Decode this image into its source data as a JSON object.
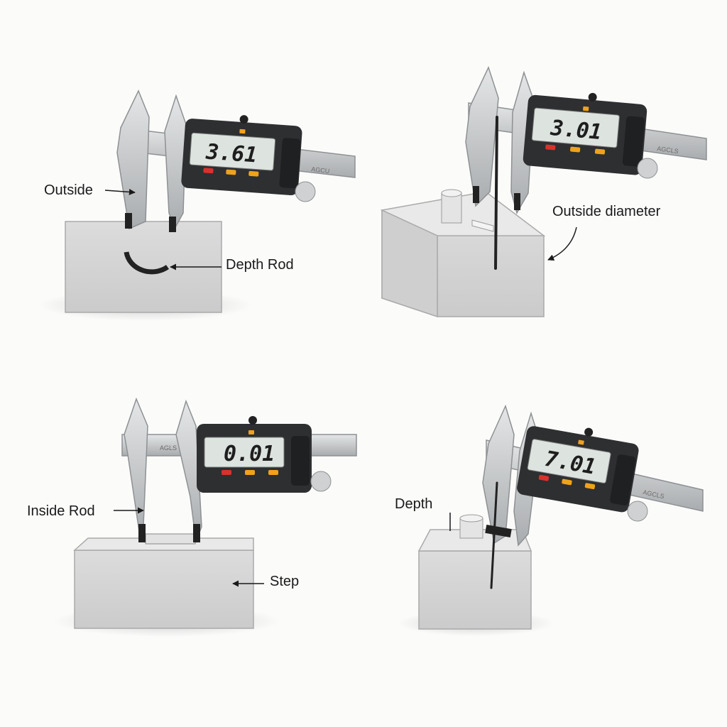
{
  "panels": [
    {
      "id": "top-left",
      "reading": "3.61",
      "scale_text": "AGCU",
      "labels": [
        {
          "key": "outside",
          "text": "Outside"
        },
        {
          "key": "depth_rod",
          "text": "Depth Rod"
        }
      ]
    },
    {
      "id": "top-right",
      "reading": "3.01",
      "scale_text": "AGCLS",
      "labels": [
        {
          "key": "outside_diameter",
          "text": "Outside diameter"
        }
      ]
    },
    {
      "id": "bottom-left",
      "reading": "0.01",
      "scale_text": "AGLS",
      "labels": [
        {
          "key": "inside_rod",
          "text": "Inside Rod"
        },
        {
          "key": "step",
          "text": "Step"
        }
      ]
    },
    {
      "id": "bottom-right",
      "reading": "7.01",
      "scale_text": "AGCLS",
      "labels": [
        {
          "key": "depth",
          "text": "Depth"
        }
      ]
    }
  ],
  "colors": {
    "steel": "#c9cbcc",
    "steel_dark": "#8e9193",
    "body": "#2e2f31",
    "lcd": "#dde4df",
    "button_red": "#d8322b",
    "button_amber": "#f0a21a",
    "block": "#d6d6d6",
    "block_top": "#e9e9e9"
  }
}
